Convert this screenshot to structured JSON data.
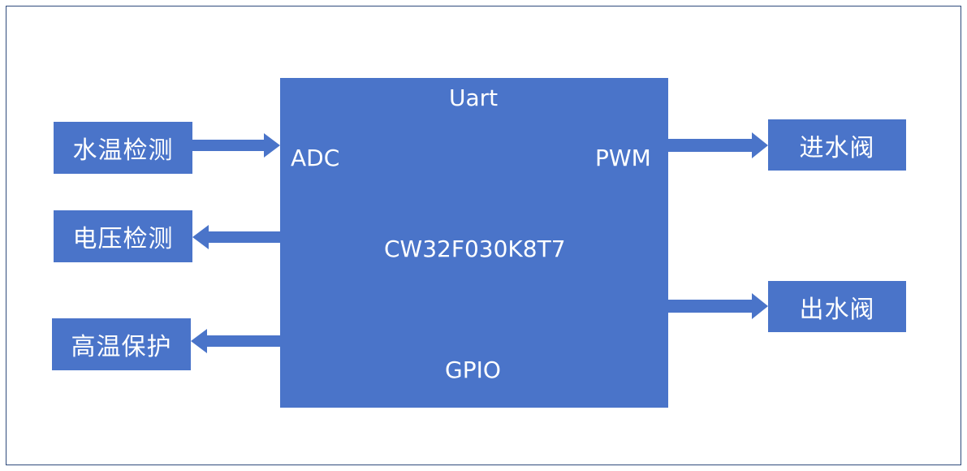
{
  "colors": {
    "block": "#4a74c9",
    "border": "#2f4b7c",
    "background": "#ffffff",
    "text": "#ffffff"
  },
  "mcu": {
    "name": "CW32F030K8T7",
    "ports": {
      "top": "Uart",
      "left": "ADC",
      "right": "PWM",
      "bottom": "GPIO"
    }
  },
  "left_blocks": [
    "水温检测",
    "电压检测",
    "高温保护"
  ],
  "right_blocks": [
    "进水阀",
    "出水阀"
  ],
  "connections": [
    {
      "from": "水温检测",
      "to": "CW32F030K8T7"
    },
    {
      "from": "CW32F030K8T7",
      "to": "电压检测"
    },
    {
      "from": "CW32F030K8T7",
      "to": "高温保护"
    },
    {
      "from": "CW32F030K8T7",
      "to": "进水阀"
    },
    {
      "from": "CW32F030K8T7",
      "to": "出水阀"
    }
  ]
}
